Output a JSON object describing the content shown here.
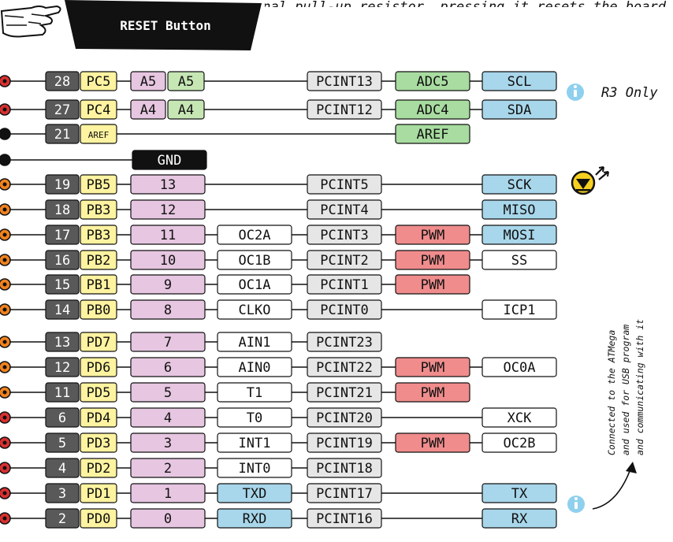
{
  "colors": {
    "pinnum": "#595959",
    "port": "#fdf3a0",
    "arduino": "#e6c6e0",
    "analog": "#c6e6b4",
    "pcint": "#e6e6e6",
    "adc": "#a8dca0",
    "serial": "#a8d6ea",
    "pwm": "#f08c8c",
    "white": "#ffffff",
    "gnd": "#111111",
    "dot_power": "#d93030",
    "dot_digital": "#f0821e",
    "dot_plain": "#111111",
    "info": "#8fd0ee"
  },
  "header": {
    "reset_label": "RESET Button",
    "top_note": "...connected to the ATMega's internal pull-up resistor, pressing it resets the board"
  },
  "notes": {
    "r3_only": "R3 Only",
    "usb_note_lines": [
      "Connected to the ATMega",
      "and used for USB program",
      "and communicating with it"
    ]
  },
  "pins": [
    {
      "num": "28",
      "port": "PC5",
      "ard": "A5",
      "analog": "A5",
      "alt": "",
      "pcint": "PCINT13",
      "func": "ADC5",
      "comm": "SCL",
      "dot": "power"
    },
    {
      "num": "27",
      "port": "PC4",
      "ard": "A4",
      "analog": "A4",
      "alt": "",
      "pcint": "PCINT12",
      "func": "ADC4",
      "comm": "SDA",
      "dot": "power"
    },
    {
      "num": "21",
      "port": "AREF",
      "ard": "",
      "analog": "",
      "alt": "",
      "pcint": "",
      "func": "AREF",
      "comm": "",
      "dot": "plain"
    },
    {
      "num": "",
      "port": "",
      "ard": "GND",
      "analog": "",
      "alt": "",
      "pcint": "",
      "func": "",
      "comm": "",
      "dot": "plain"
    },
    {
      "num": "19",
      "port": "PB5",
      "ard": "13",
      "analog": "",
      "alt": "",
      "pcint": "PCINT5",
      "func": "",
      "comm": "SCK",
      "dot": "digital"
    },
    {
      "num": "18",
      "port": "PB3",
      "ard": "12",
      "analog": "",
      "alt": "",
      "pcint": "PCINT4",
      "func": "",
      "comm": "MISO",
      "dot": "digital"
    },
    {
      "num": "17",
      "port": "PB3",
      "ard": "11",
      "analog": "",
      "alt": "OC2A",
      "pcint": "PCINT3",
      "func": "PWM",
      "comm": "MOSI",
      "dot": "digital"
    },
    {
      "num": "16",
      "port": "PB2",
      "ard": "10",
      "analog": "",
      "alt": "OC1B",
      "pcint": "PCINT2",
      "func": "PWM",
      "comm": "SS",
      "dot": "digital"
    },
    {
      "num": "15",
      "port": "PB1",
      "ard": "9",
      "analog": "",
      "alt": "OC1A",
      "pcint": "PCINT1",
      "func": "PWM",
      "comm": "",
      "dot": "digital"
    },
    {
      "num": "14",
      "port": "PB0",
      "ard": "8",
      "analog": "",
      "alt": "CLKO",
      "pcint": "PCINT0",
      "func": "",
      "comm": "ICP1",
      "dot": "digital"
    },
    {
      "num": "13",
      "port": "PD7",
      "ard": "7",
      "analog": "",
      "alt": "AIN1",
      "pcint": "PCINT23",
      "func": "",
      "comm": "",
      "dot": "digital"
    },
    {
      "num": "12",
      "port": "PD6",
      "ard": "6",
      "analog": "",
      "alt": "AIN0",
      "pcint": "PCINT22",
      "func": "PWM",
      "comm": "OC0A",
      "dot": "digital"
    },
    {
      "num": "11",
      "port": "PD5",
      "ard": "5",
      "analog": "",
      "alt": "T1",
      "pcint": "PCINT21",
      "func": "PWM",
      "comm": "",
      "dot": "digital"
    },
    {
      "num": "6",
      "port": "PD4",
      "ard": "4",
      "analog": "",
      "alt": "T0",
      "pcint": "PCINT20",
      "func": "",
      "comm": "XCK",
      "dot": "power"
    },
    {
      "num": "5",
      "port": "PD3",
      "ard": "3",
      "analog": "",
      "alt": "INT1",
      "pcint": "PCINT19",
      "func": "PWM",
      "comm": "OC2B",
      "dot": "power"
    },
    {
      "num": "4",
      "port": "PD2",
      "ard": "2",
      "analog": "",
      "alt": "INT0",
      "pcint": "PCINT18",
      "func": "",
      "comm": "",
      "dot": "power"
    },
    {
      "num": "3",
      "port": "PD1",
      "ard": "1",
      "analog": "",
      "alt": "TXD",
      "pcint": "PCINT17",
      "func": "",
      "comm": "TX",
      "dot": "power"
    },
    {
      "num": "2",
      "port": "PD0",
      "ard": "0",
      "analog": "",
      "alt": "RXD",
      "pcint": "PCINT16",
      "func": "",
      "comm": "RX",
      "dot": "power"
    }
  ]
}
